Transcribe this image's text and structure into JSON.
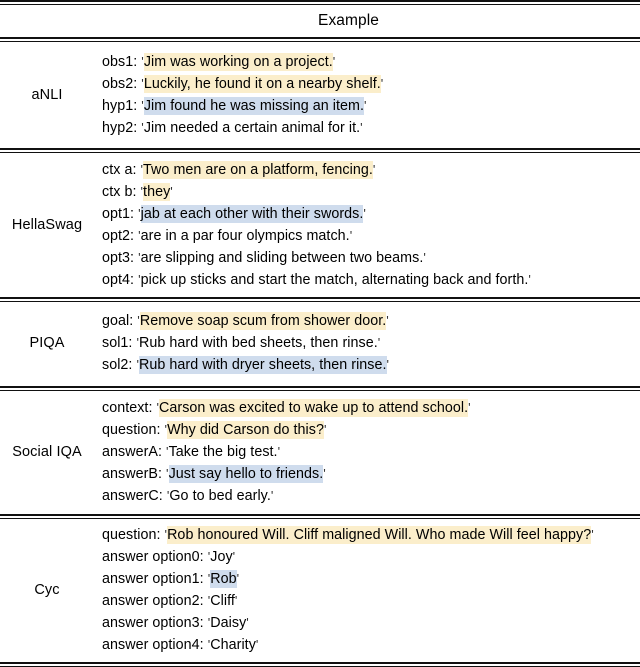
{
  "header": {
    "title": "Example"
  },
  "rows": [
    {
      "label": "aNLI",
      "lines": [
        {
          "key": "obs1:",
          "value": "Jim was working on a project.",
          "highlight": "yellow"
        },
        {
          "key": "obs2:",
          "value": "Luckily, he found it on a nearby shelf.",
          "highlight": "yellow"
        },
        {
          "key": "hyp1:",
          "value": "Jim found he was missing an item.",
          "highlight": "blue"
        },
        {
          "key": "hyp2:",
          "value": "Jim needed a certain animal for it.",
          "highlight": "none"
        }
      ]
    },
    {
      "label": "HellaSwag",
      "lines": [
        {
          "key": "ctx a:",
          "value": "Two men are on a platform, fencing.",
          "highlight": "yellow"
        },
        {
          "key": "ctx b:",
          "value": "they",
          "highlight": "yellow"
        },
        {
          "key": "opt1:",
          "value": "jab at each other with their swords.",
          "highlight": "blue"
        },
        {
          "key": "opt2:",
          "value": "are in a par four olympics match.",
          "highlight": "none"
        },
        {
          "key": "opt3:",
          "value": "are slipping and sliding between two beams.",
          "highlight": "none"
        },
        {
          "key": "opt4:",
          "value": "pick up sticks and start the match, alternating back and forth.",
          "highlight": "none"
        }
      ]
    },
    {
      "label": "PIQA",
      "lines": [
        {
          "key": "goal:",
          "value": "Remove soap scum from shower door.",
          "highlight": "yellow"
        },
        {
          "key": "sol1:",
          "value": "Rub hard with bed sheets, then rinse.",
          "highlight": "none"
        },
        {
          "key": "sol2:",
          "value": "Rub hard with dryer sheets, then rinse.",
          "highlight": "blue"
        }
      ]
    },
    {
      "label": "Social IQA",
      "lines": [
        {
          "key": "context:",
          "value": "Carson was excited to wake up to attend school.",
          "highlight": "yellow"
        },
        {
          "key": "question:",
          "value": "Why did Carson do this?",
          "highlight": "yellow"
        },
        {
          "key": "answerA:",
          "value": "Take the big test.",
          "highlight": "none"
        },
        {
          "key": "answerB:",
          "value": "Just say hello to friends.",
          "highlight": "blue"
        },
        {
          "key": "answerC:",
          "value": "Go to bed early.",
          "highlight": "none"
        }
      ]
    },
    {
      "label": "Cyc",
      "lines": [
        {
          "key": "question:",
          "value": "Rob honoured Will. Cliff maligned Will. Who made Will feel happy?",
          "highlight": "yellow"
        },
        {
          "key": "answer option0:",
          "value": "Joy",
          "highlight": "none"
        },
        {
          "key": "answer option1:",
          "value": "Rob",
          "highlight": "blue"
        },
        {
          "key": "answer option2:",
          "value": "Cliff",
          "highlight": "none"
        },
        {
          "key": "answer option3:",
          "value": "Daisy",
          "highlight": "none"
        },
        {
          "key": "answer option4:",
          "value": "Charity",
          "highlight": "none"
        }
      ]
    }
  ],
  "colors": {
    "highlight_yellow": "#fbeecb",
    "highlight_blue": "#cfdced",
    "rule": "#111111",
    "text": "#000000"
  },
  "quote_mark": "'"
}
